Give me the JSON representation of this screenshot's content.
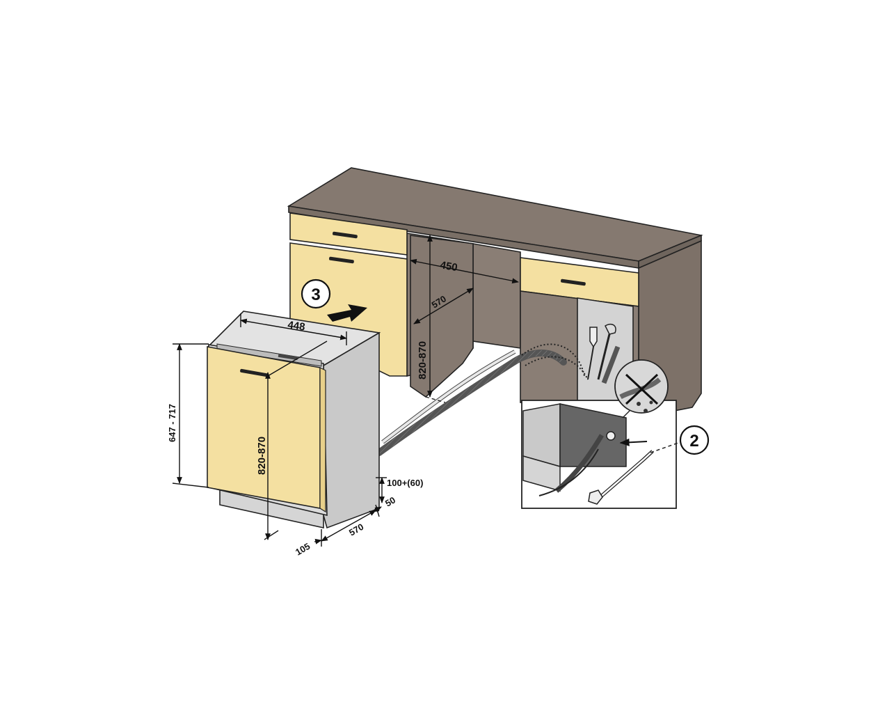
{
  "colors": {
    "cabinet_top": "#857970",
    "cabinet_side": "#7d7168",
    "cabinet_front": "#8a7e75",
    "panel_front": "#f4e0a1",
    "appliance_body": "#c9c9c9",
    "appliance_top": "#e3e3e3",
    "niche_wall": "#d3d3d3",
    "hose": "#e8e8e8",
    "outline": "#222222"
  },
  "steps": {
    "step2": "2",
    "step3": "3"
  },
  "dimensions": {
    "niche_width": "450",
    "niche_depth": "570",
    "niche_height": "820-870",
    "appliance_width": "448",
    "appliance_height": "820-870",
    "panel_height": "647 - 717",
    "plinth_height": "100+(60)",
    "plinth_gap": "50",
    "depth_bottom": "570",
    "foot_offset": "105"
  },
  "icons": {
    "insert_arrow": "arrow-right-icon",
    "no_water": "no-water-drop-icon",
    "plug": "power-plug-icon"
  }
}
